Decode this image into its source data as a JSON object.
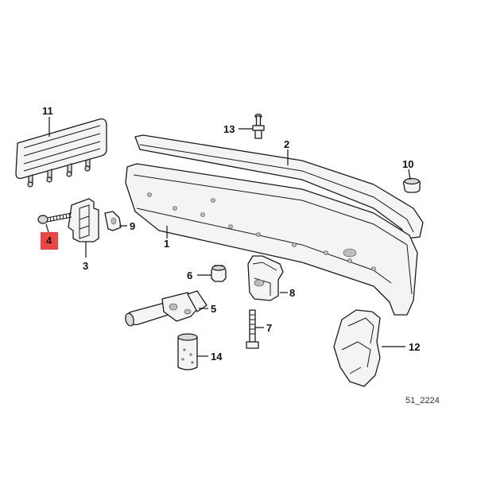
{
  "callouts": [
    {
      "id": "11",
      "text": "11"
    },
    {
      "id": "13",
      "text": "13"
    },
    {
      "id": "2",
      "text": "2"
    },
    {
      "id": "10",
      "text": "10"
    },
    {
      "id": "9",
      "text": "9"
    },
    {
      "id": "1",
      "text": "1"
    },
    {
      "id": "4",
      "text": "4",
      "highlighted": true
    },
    {
      "id": "3",
      "text": "3"
    },
    {
      "id": "6",
      "text": "6"
    },
    {
      "id": "8",
      "text": "8"
    },
    {
      "id": "5",
      "text": "5"
    },
    {
      "id": "7",
      "text": "7"
    },
    {
      "id": "12",
      "text": "12"
    },
    {
      "id": "14",
      "text": "14"
    }
  ],
  "reference_code": "51_2224",
  "colors": {
    "highlight": "#ee4444",
    "line": "#1a1a1a",
    "part_fill": "#f4f4f4",
    "background": "#ffffff"
  }
}
